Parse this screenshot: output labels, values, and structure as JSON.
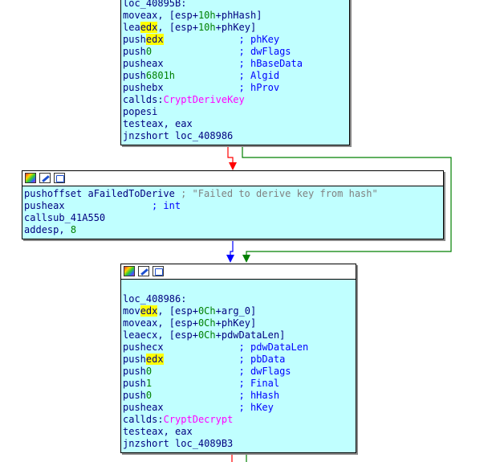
{
  "nodes": {
    "top": {
      "lines": [
        [
          {
            "t": "loc_40895B:",
            "c": "label"
          }
        ],
        [
          {
            "t": "mov",
            "c": "mn"
          },
          {
            "t": "eax, [esp+",
            "c": "plain"
          },
          {
            "t": "10h",
            "c": "num"
          },
          {
            "t": "+phHash]",
            "c": "plain"
          }
        ],
        [
          {
            "t": "lea",
            "c": "mn"
          },
          {
            "t": "edx",
            "c": "hl"
          },
          {
            "t": ", [esp+",
            "c": "plain"
          },
          {
            "t": "10h",
            "c": "num"
          },
          {
            "t": "+phKey]",
            "c": "plain"
          }
        ],
        [
          {
            "t": "push",
            "c": "mn"
          },
          {
            "t": "edx",
            "c": "hl"
          },
          {
            "t": "             ; phKey",
            "c": "cmtbold"
          }
        ],
        [
          {
            "t": "push",
            "c": "mn"
          },
          {
            "t": "0",
            "c": "num"
          },
          {
            "t": "               ; dwFlags",
            "c": "cmtbold"
          }
        ],
        [
          {
            "t": "push",
            "c": "mn"
          },
          {
            "t": "eax",
            "c": "plain"
          },
          {
            "t": "             ; hBaseData",
            "c": "cmtbold"
          }
        ],
        [
          {
            "t": "push",
            "c": "mn"
          },
          {
            "t": "6801h",
            "c": "num"
          },
          {
            "t": "           ; Algid",
            "c": "cmtbold"
          }
        ],
        [
          {
            "t": "push",
            "c": "mn"
          },
          {
            "t": "ebx",
            "c": "plain"
          },
          {
            "t": "             ; hProv",
            "c": "cmtbold"
          }
        ],
        [
          {
            "t": "call",
            "c": "mn"
          },
          {
            "t": "ds:",
            "c": "plain"
          },
          {
            "t": "CryptDeriveKey",
            "c": "imp"
          }
        ],
        [
          {
            "t": "pop",
            "c": "mn"
          },
          {
            "t": "esi",
            "c": "plain"
          }
        ],
        [
          {
            "t": "test",
            "c": "mn"
          },
          {
            "t": "eax, eax",
            "c": "plain"
          }
        ],
        [
          {
            "t": "jnz",
            "c": "mn"
          },
          {
            "t": "short loc_408986",
            "c": "plain"
          }
        ]
      ]
    },
    "middle": {
      "lines": [
        [
          {
            "t": "push",
            "c": "mn"
          },
          {
            "t": "offset aFailedToDerive",
            "c": "plain"
          },
          {
            "t": " ; \"Failed to derive key from hash\"",
            "c": "str"
          }
        ],
        [
          {
            "t": "push",
            "c": "mn"
          },
          {
            "t": "eax",
            "c": "plain"
          },
          {
            "t": "               ; int",
            "c": "cmtbold"
          }
        ],
        [
          {
            "t": "call",
            "c": "mn"
          },
          {
            "t": "sub_41A550",
            "c": "plain"
          }
        ],
        [
          {
            "t": "add",
            "c": "mn"
          },
          {
            "t": "esp, ",
            "c": "plain"
          },
          {
            "t": "8",
            "c": "num"
          }
        ]
      ]
    },
    "bottom": {
      "lines": [
        [
          {
            "t": "",
            "c": "plain"
          }
        ],
        [
          {
            "t": "loc_408986:",
            "c": "label"
          }
        ],
        [
          {
            "t": "mov",
            "c": "mn"
          },
          {
            "t": "edx",
            "c": "hl"
          },
          {
            "t": ", [esp+",
            "c": "plain"
          },
          {
            "t": "0Ch",
            "c": "num"
          },
          {
            "t": "+arg_0]",
            "c": "plain"
          }
        ],
        [
          {
            "t": "mov",
            "c": "mn"
          },
          {
            "t": "eax, [esp+",
            "c": "plain"
          },
          {
            "t": "0Ch",
            "c": "num"
          },
          {
            "t": "+phKey]",
            "c": "plain"
          }
        ],
        [
          {
            "t": "lea",
            "c": "mn"
          },
          {
            "t": "ecx, [esp+",
            "c": "plain"
          },
          {
            "t": "0Ch",
            "c": "num"
          },
          {
            "t": "+pdwDataLen]",
            "c": "plain"
          }
        ],
        [
          {
            "t": "push",
            "c": "mn"
          },
          {
            "t": "ecx",
            "c": "plain"
          },
          {
            "t": "             ; pdwDataLen",
            "c": "cmtbold"
          }
        ],
        [
          {
            "t": "push",
            "c": "mn"
          },
          {
            "t": "edx",
            "c": "hl"
          },
          {
            "t": "             ; pbData",
            "c": "cmtbold"
          }
        ],
        [
          {
            "t": "push",
            "c": "mn"
          },
          {
            "t": "0",
            "c": "num"
          },
          {
            "t": "               ; dwFlags",
            "c": "cmtbold"
          }
        ],
        [
          {
            "t": "push",
            "c": "mn"
          },
          {
            "t": "1",
            "c": "num"
          },
          {
            "t": "               ; Final",
            "c": "cmtbold"
          }
        ],
        [
          {
            "t": "push",
            "c": "mn"
          },
          {
            "t": "0",
            "c": "num"
          },
          {
            "t": "               ; hHash",
            "c": "cmtbold"
          }
        ],
        [
          {
            "t": "push",
            "c": "mn"
          },
          {
            "t": "eax",
            "c": "plain"
          },
          {
            "t": "             ; hKey",
            "c": "cmtbold"
          }
        ],
        [
          {
            "t": "call",
            "c": "mn"
          },
          {
            "t": "ds:",
            "c": "plain"
          },
          {
            "t": "CryptDecrypt",
            "c": "imp"
          }
        ],
        [
          {
            "t": "test",
            "c": "mn"
          },
          {
            "t": "eax, eax",
            "c": "plain"
          }
        ],
        [
          {
            "t": "jnz",
            "c": "mn"
          },
          {
            "t": "short loc_4089B3",
            "c": "plain"
          }
        ]
      ]
    }
  },
  "edge_colors": {
    "true_branch": "#008000",
    "false_branch": "#ff0000",
    "unconditional": "#0000ff"
  },
  "icons": {
    "color": "color-palette-icon",
    "rename": "rename-icon",
    "graph": "graph-overview-icon"
  }
}
